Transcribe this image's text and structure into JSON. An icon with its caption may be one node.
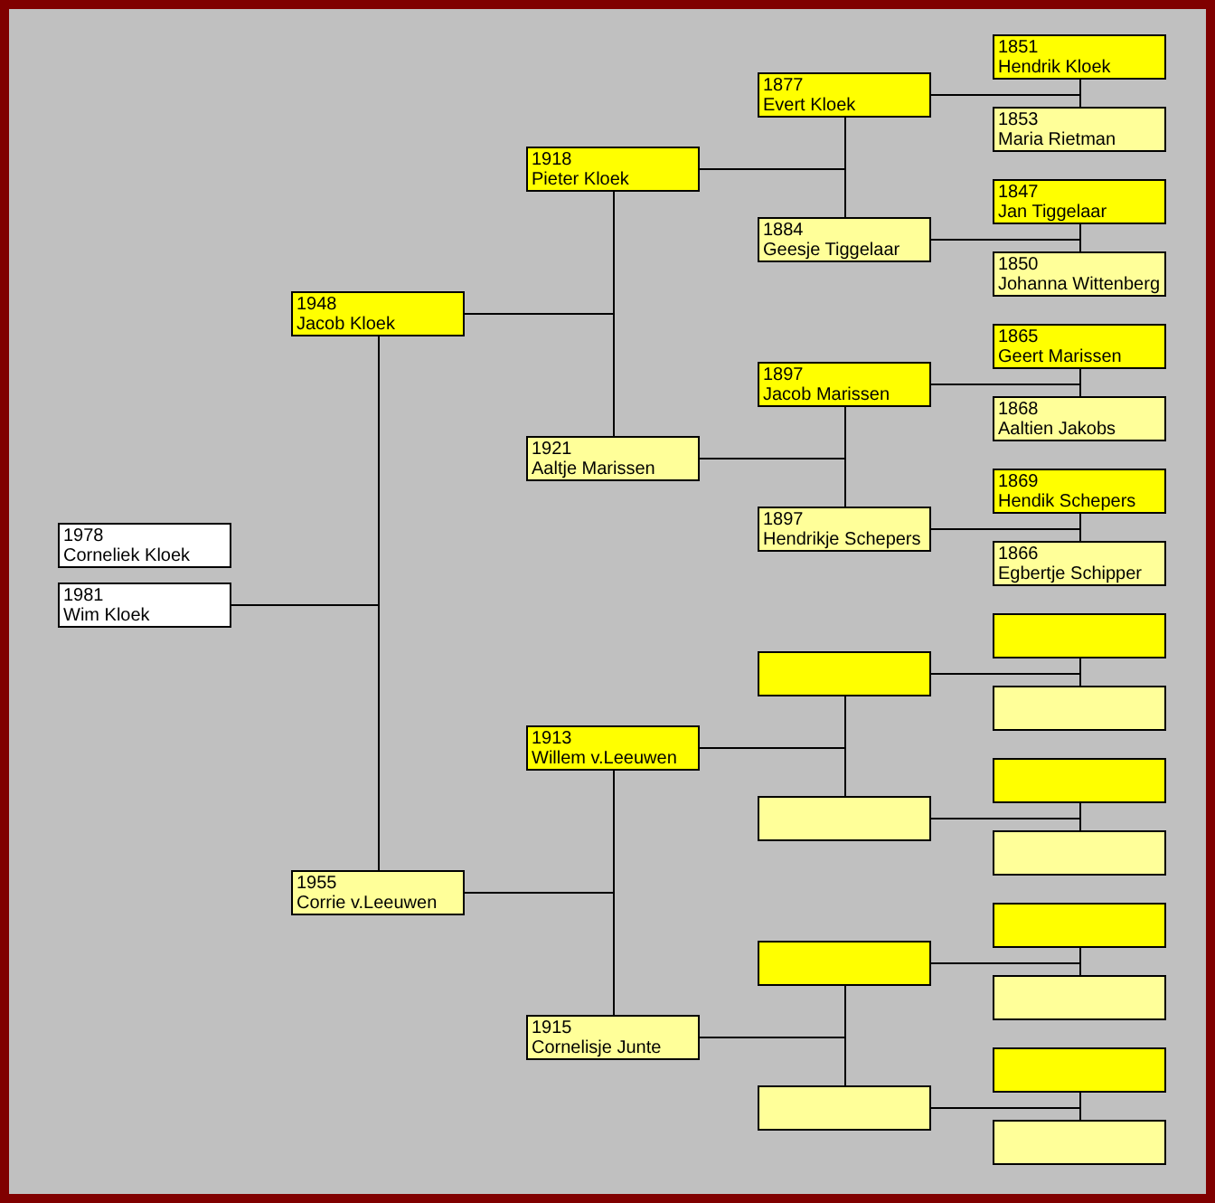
{
  "diagram": {
    "nodes": [
      {
        "text": [
          "1978",
          "Corneliek Kloek"
        ]
      },
      {
        "text": [
          "1981",
          "Wim Kloek"
        ]
      },
      {
        "text": [
          "1948",
          "Jacob Kloek"
        ]
      },
      {
        "text": [
          "1955",
          "Corrie v.Leeuwen"
        ]
      },
      {
        "text": [
          "1918",
          "Pieter Kloek"
        ]
      },
      {
        "text": [
          "1921",
          "Aaltje Marissen"
        ]
      },
      {
        "text": [
          "1913",
          "Willem v.Leeuwen"
        ]
      },
      {
        "text": [
          "1915",
          "Cornelisje Junte"
        ]
      },
      {
        "text": [
          "1877",
          "Evert Kloek"
        ]
      },
      {
        "text": [
          "1884",
          "Geesje Tiggelaar"
        ]
      },
      {
        "text": [
          "1897",
          "Jacob Marissen"
        ]
      },
      {
        "text": [
          "1897",
          "Hendrikje Schepers"
        ]
      },
      {
        "text": [],
        "shape": "box"
      },
      {
        "text": [],
        "shape": "box"
      },
      {
        "text": [],
        "shape": "box"
      },
      {
        "text": [],
        "shape": "box"
      },
      {
        "text": [
          "1851",
          "Hendrik Kloek"
        ]
      },
      {
        "text": [
          "1853",
          "Maria Rietman"
        ]
      },
      {
        "text": [
          "1847",
          "Jan Tiggelaar"
        ]
      },
      {
        "text": [
          "1850",
          "Johanna Wittenberg"
        ]
      },
      {
        "text": [
          "1865",
          "Geert Marissen"
        ]
      },
      {
        "text": [
          "1868",
          "Aaltien Jakobs"
        ]
      },
      {
        "text": [
          "1869",
          "Hendik Schepers"
        ]
      },
      {
        "text": [
          "1866",
          "Egbertje Schipper"
        ]
      },
      {
        "text": [],
        "shape": "box"
      },
      {
        "text": [],
        "shape": "box"
      },
      {
        "text": [],
        "shape": "box"
      },
      {
        "text": [],
        "shape": "box"
      },
      {
        "text": [],
        "shape": "box"
      },
      {
        "text": [],
        "shape": "box"
      },
      {
        "text": [],
        "shape": "box"
      },
      {
        "text": [],
        "shape": "box"
      }
    ],
    "edges": [
      {
        "from": 1,
        "to": 2,
        "arrow": "none"
      },
      {
        "from": 1,
        "to": 3,
        "arrow": "none"
      },
      {
        "from": 2,
        "to": 4,
        "arrow": "none"
      },
      {
        "from": 2,
        "to": 5,
        "arrow": "none"
      },
      {
        "from": 3,
        "to": 6,
        "arrow": "none"
      },
      {
        "from": 3,
        "to": 7,
        "arrow": "none"
      },
      {
        "from": 4,
        "to": 8,
        "arrow": "none"
      },
      {
        "from": 4,
        "to": 9,
        "arrow": "none"
      },
      {
        "from": 5,
        "to": 10,
        "arrow": "none"
      },
      {
        "from": 5,
        "to": 11,
        "arrow": "none"
      },
      {
        "from": 6,
        "to": 12,
        "arrow": "none"
      },
      {
        "from": 6,
        "to": 13,
        "arrow": "none"
      },
      {
        "from": 7,
        "to": 14,
        "arrow": "none"
      },
      {
        "from": 7,
        "to": 15,
        "arrow": "none"
      },
      {
        "from": 8,
        "to": 16,
        "arrow": "none"
      },
      {
        "from": 8,
        "to": 17,
        "arrow": "none"
      },
      {
        "from": 9,
        "to": 18,
        "arrow": "none"
      },
      {
        "from": 9,
        "to": 19,
        "arrow": "none"
      },
      {
        "from": 10,
        "to": 20,
        "arrow": "none"
      },
      {
        "from": 10,
        "to": 21,
        "arrow": "none"
      },
      {
        "from": 11,
        "to": 22,
        "arrow": "none"
      },
      {
        "from": 11,
        "to": 23,
        "arrow": "none"
      },
      {
        "from": 12,
        "to": 24,
        "arrow": "none"
      },
      {
        "from": 12,
        "to": 25,
        "arrow": "none"
      },
      {
        "from": 13,
        "to": 26,
        "arrow": "none"
      },
      {
        "from": 13,
        "to": 27,
        "arrow": "none"
      },
      {
        "from": 14,
        "to": 28,
        "arrow": "none"
      },
      {
        "from": 14,
        "to": 29,
        "arrow": "none"
      },
      {
        "from": 15,
        "to": 30,
        "arrow": "none"
      },
      {
        "from": 15,
        "to": 31,
        "arrow": "none"
      }
    ]
  }
}
